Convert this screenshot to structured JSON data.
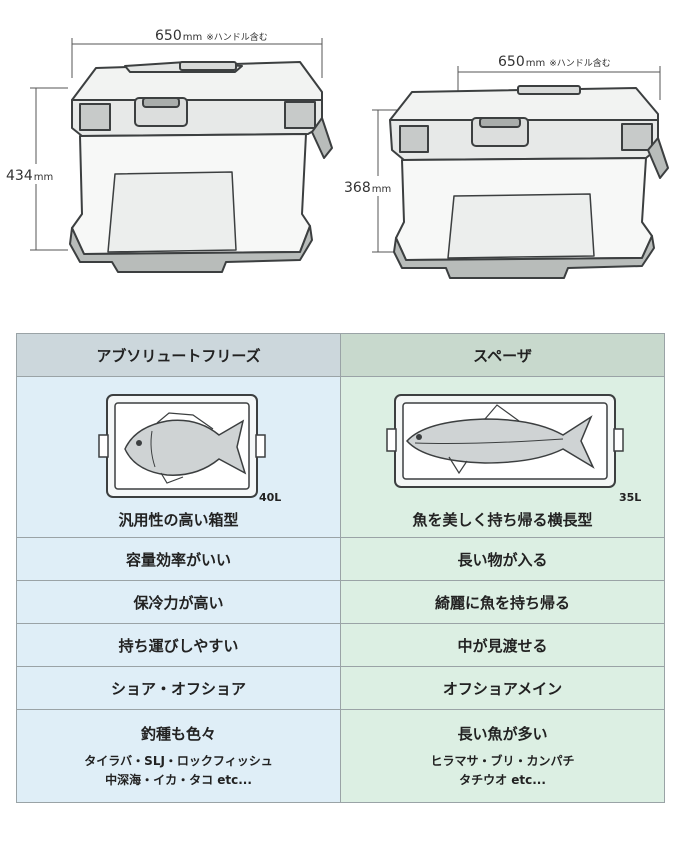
{
  "dimensions": {
    "left": {
      "width": "650",
      "width_unit": "mm",
      "width_note": "※ハンドル含む",
      "height": "434",
      "height_unit": "mm"
    },
    "right": {
      "width": "650",
      "width_unit": "mm",
      "width_note": "※ハンドル含む",
      "height": "368",
      "height_unit": "mm"
    }
  },
  "table": {
    "left": {
      "header": "アブソリュートフリーズ",
      "volume": "40L",
      "tagline": "汎用性の高い箱型",
      "rows": [
        "容量効率がいい",
        "保冷力が高い",
        "持ち運びしやすい",
        "ショア・オフショア"
      ],
      "last_title": "釣種も色々",
      "last_lines": [
        "タイラバ・SLJ・ロックフィッシュ",
        "中深海・イカ・タコ etc..."
      ]
    },
    "right": {
      "header": "スペーザ",
      "volume": "35L",
      "tagline": "魚を美しく持ち帰る横長型",
      "rows": [
        "長い物が入る",
        "綺麗に魚を持ち帰る",
        "中が見渡せる",
        "オフショアメイン"
      ],
      "last_title": "長い魚が多い",
      "last_lines": [
        "ヒラマサ・ブリ・カンパチ",
        "タチウオ etc..."
      ]
    }
  }
}
